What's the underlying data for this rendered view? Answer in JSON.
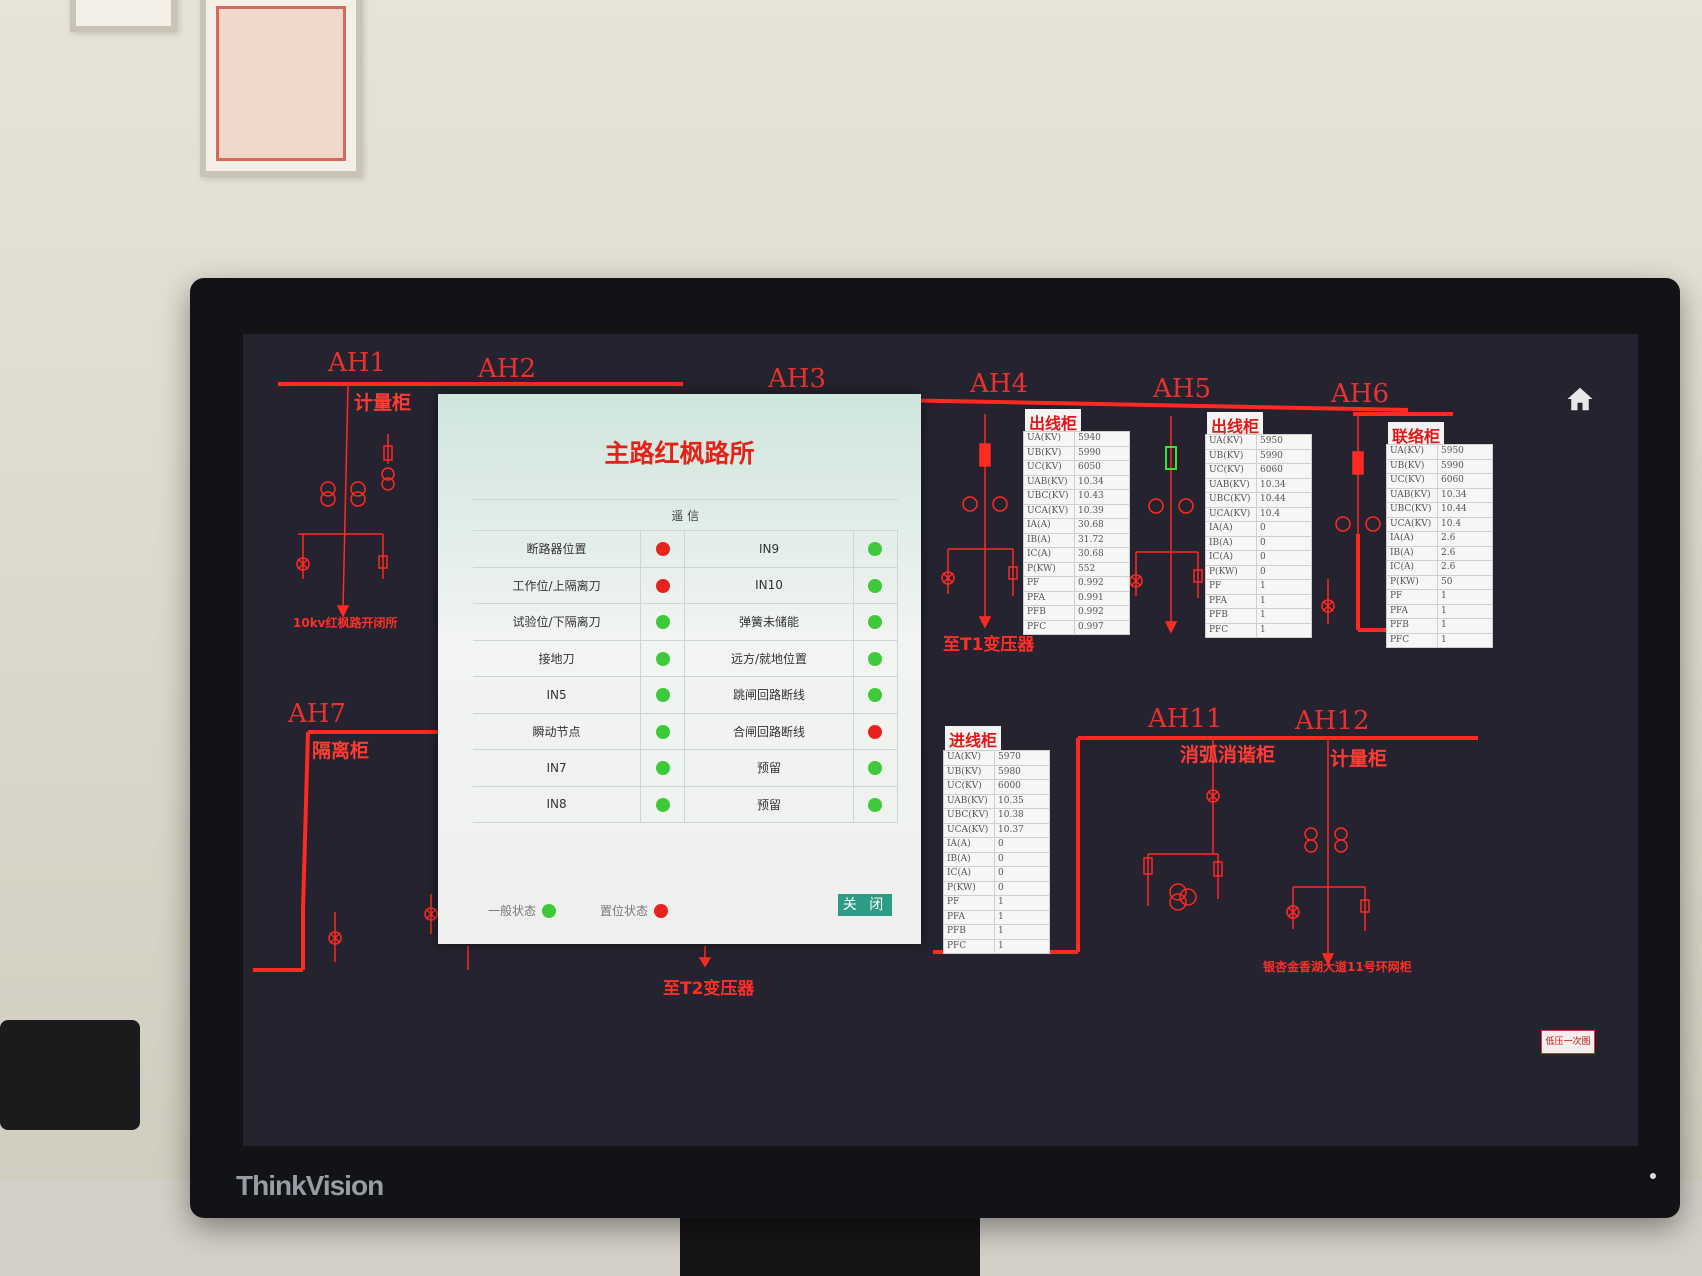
{
  "panels": [
    "AH1",
    "AH2",
    "AH3",
    "AH4",
    "AH5",
    "AH6",
    "AH7",
    "AH11",
    "AH12"
  ],
  "cabinets": {
    "ah1": "计量柜",
    "ah7": "隔离柜",
    "ah11": "消弧消谐柜",
    "ah12": "计量柜"
  },
  "tags": {
    "ah4": "出线柜",
    "ah5": "出线柜",
    "ah6": "联络柜",
    "incoming": "进线柜"
  },
  "captions": {
    "ah1_dest": "10kv红枫路开闭所",
    "t1": "至T1变压器",
    "t2": "至T2变压器",
    "ah12_dest": "银杏金香湖大道11号环网柜"
  },
  "mini_button": "低压一次图",
  "measurements": {
    "keys": [
      "UA(KV)",
      "UB(KV)",
      "UC(KV)",
      "UAB(KV)",
      "UBC(KV)",
      "UCA(KV)",
      "IA(A)",
      "IB(A)",
      "IC(A)",
      "P(KW)",
      "PF",
      "PFA",
      "PFB",
      "PFC"
    ],
    "ah4": [
      "5940",
      "5990",
      "6050",
      "10.34",
      "10.43",
      "10.39",
      "30.68",
      "31.72",
      "30.68",
      "552",
      "0.992",
      "0.991",
      "0.992",
      "0.997"
    ],
    "ah5": [
      "5950",
      "5990",
      "6060",
      "10.34",
      "10.44",
      "10.4",
      "0",
      "0",
      "0",
      "0",
      "1",
      "1",
      "1",
      "1"
    ],
    "ah6": [
      "5950",
      "5990",
      "6060",
      "10.34",
      "10.44",
      "10.4",
      "2.6",
      "2.6",
      "2.6",
      "50",
      "1",
      "1",
      "1",
      "1"
    ],
    "incoming": [
      "5970",
      "5980",
      "6000",
      "10.35",
      "10.38",
      "10.37",
      "0",
      "0",
      "0",
      "0",
      "1",
      "1",
      "1",
      "1"
    ]
  },
  "modal": {
    "title": "主路红枫路所",
    "header": "遥    信",
    "rows": [
      {
        "left": "断路器位置",
        "left_state": "red",
        "right": "IN9",
        "right_state": "green"
      },
      {
        "left": "工作位/上隔离刀",
        "left_state": "red",
        "right": "IN10",
        "right_state": "green"
      },
      {
        "left": "试验位/下隔离刀",
        "left_state": "green",
        "right": "弹簧未储能",
        "right_state": "green"
      },
      {
        "left": "接地刀",
        "left_state": "green",
        "right": "远方/就地位置",
        "right_state": "green"
      },
      {
        "left": "IN5",
        "left_state": "green",
        "right": "跳闸回路断线",
        "right_state": "green"
      },
      {
        "left": "瞬动节点",
        "left_state": "green",
        "right": "合闸回路断线",
        "right_state": "red"
      },
      {
        "left": "IN7",
        "left_state": "green",
        "right": "预留",
        "right_state": "green"
      },
      {
        "left": "IN8",
        "left_state": "green",
        "right": "预留",
        "right_state": "green"
      }
    ],
    "legend_normal": "一般状态",
    "legend_set": "置位状态",
    "close": "关 闭"
  },
  "colors": {
    "green": "#3ec93a",
    "red": "#e8231e",
    "line": "#ff2a22"
  },
  "brand": "ThinkVision"
}
